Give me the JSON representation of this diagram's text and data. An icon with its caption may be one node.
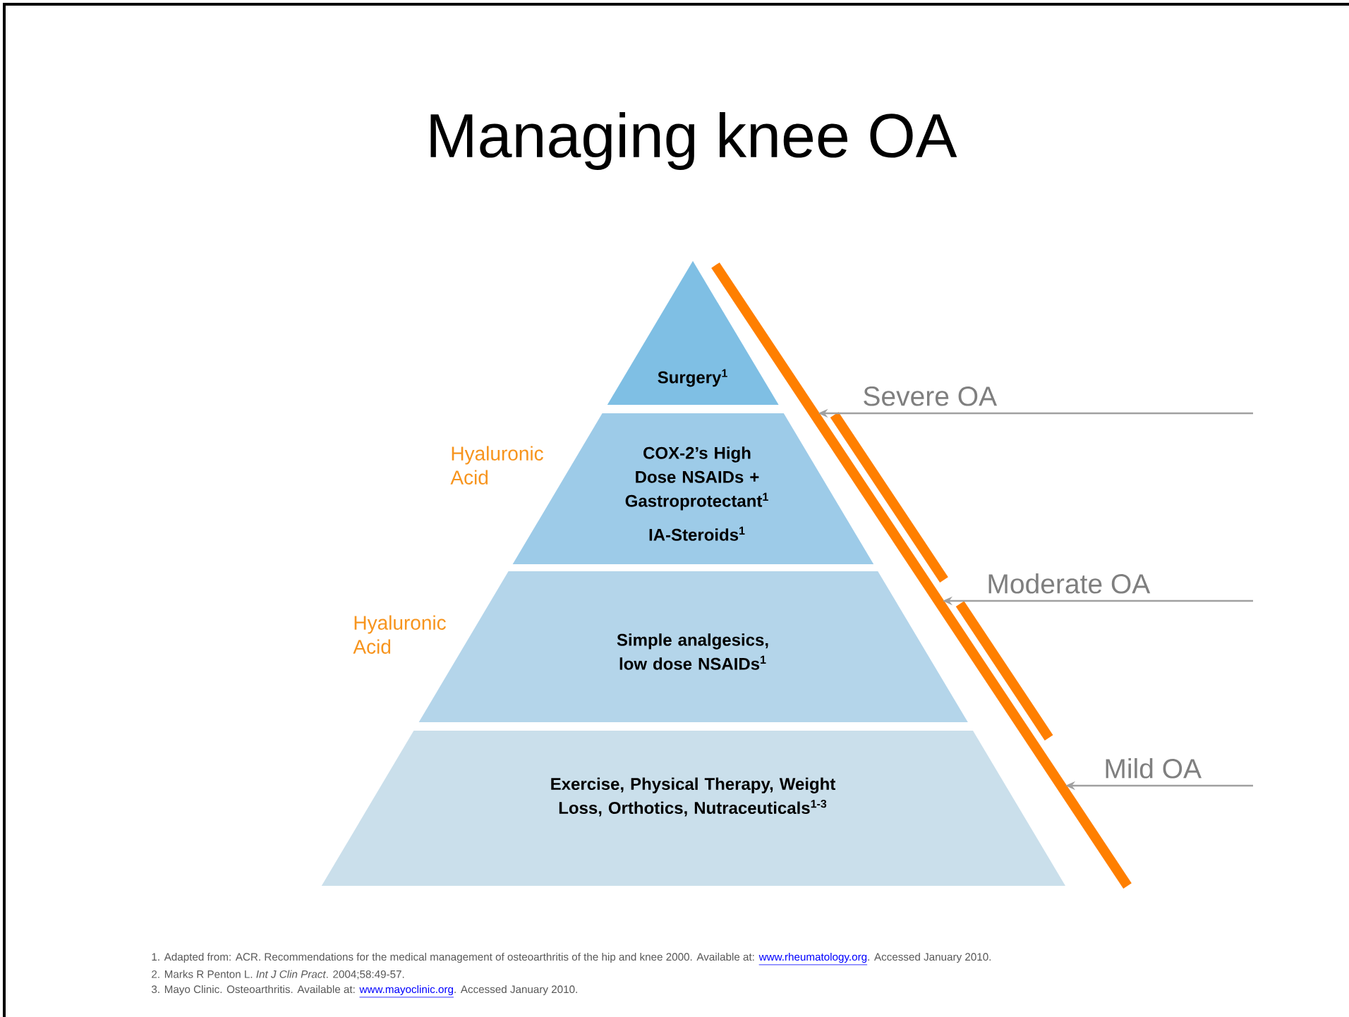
{
  "diagram": {
    "title": "Managing knee OA",
    "nodes": [
      {
        "text": [
          "Surgery$^{1}$"
        ]
      },
      {
        "text": [
          "COX-2’s High Dose NSAIDs + Gastroprotectant$^{1}$",
          "IA-Steroids$^{1}$"
        ]
      },
      {
        "text": [
          "Simple analgesics, low dose NSAIDs$^{1}$"
        ]
      },
      {
        "text": [
          "Exercise, Physical Therapy, Weight Loss, Orthotics, Nutraceuticals$^{1-3}$"
        ]
      },
      {
        "text": [],
        "shape": "bar"
      },
      {
        "text": [
          "Severe OA"
        ]
      },
      {
        "text": [
          "Moderate OA"
        ]
      },
      {
        "text": [
          "Mild OA"
        ]
      }
    ],
    "edges": [
      {
        "from": 5,
        "to": 4,
        "arrow": "to"
      },
      {
        "from": 6,
        "to": 4,
        "arrow": "to"
      },
      {
        "from": 7,
        "to": 4,
        "arrow": "to"
      }
    ],
    "labels": [
      "Hyaluronic Acid",
      "Hyaluronic Acid",
      "1. Adapted from: ACR. Recommendations for the medical management of osteoarthritis of the hip and knee 2000. Available at:",
      "www.rheumatology.org",
      ". Accessed January 2010.",
      "2. Marks R Penton L. *Int J Clin Pract*. 2004;58:49-57.",
      "3. Mayo Clinic. Osteoarthritis. Available at:",
      "www.mayoclinic.org",
      ". Accessed January 2010."
    ]
  }
}
